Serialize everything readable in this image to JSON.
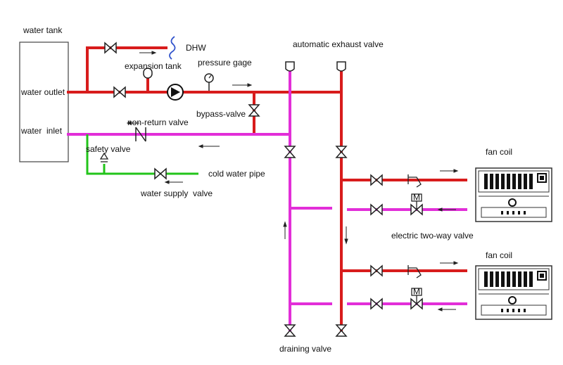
{
  "labels": {
    "water_tank": "water tank",
    "water_outlet": "water outlet",
    "water_inlet": "water  inlet",
    "dhw": "DHW",
    "expansion_tank": "expansion tank",
    "pressure_gage": "pressure gage",
    "automatic_exhaust_valve": "automatic exhaust valve",
    "bypass_valve": "bypass-valve",
    "non_return_valve": "non-return valve",
    "safety_valve": "safety valve",
    "cold_water_pipe": "cold water pipe",
    "water_supply_valve": "water supply  valve",
    "fan_coil_1": "fan coil",
    "fan_coil_2": "fan coil",
    "electric_two_way_valve": "electric two-way valve",
    "draining_valve": "draining valve",
    "motor_mark_1": "M",
    "motor_mark_2": "M"
  },
  "colors": {
    "supply_pipe": "#d81c1c",
    "return_pipe": "#e22ed8",
    "cold_pipe": "#22c41a",
    "line": "#222222",
    "fill": "#ffffff"
  },
  "icons": [
    "valve-icon",
    "pump-icon",
    "pressure-gauge-icon",
    "expansion-tank-icon",
    "exhaust-valve-icon",
    "non-return-valve-icon",
    "safety-valve-icon",
    "motorized-valve-icon",
    "fan-coil-icon",
    "flow-arrow-icon"
  ]
}
